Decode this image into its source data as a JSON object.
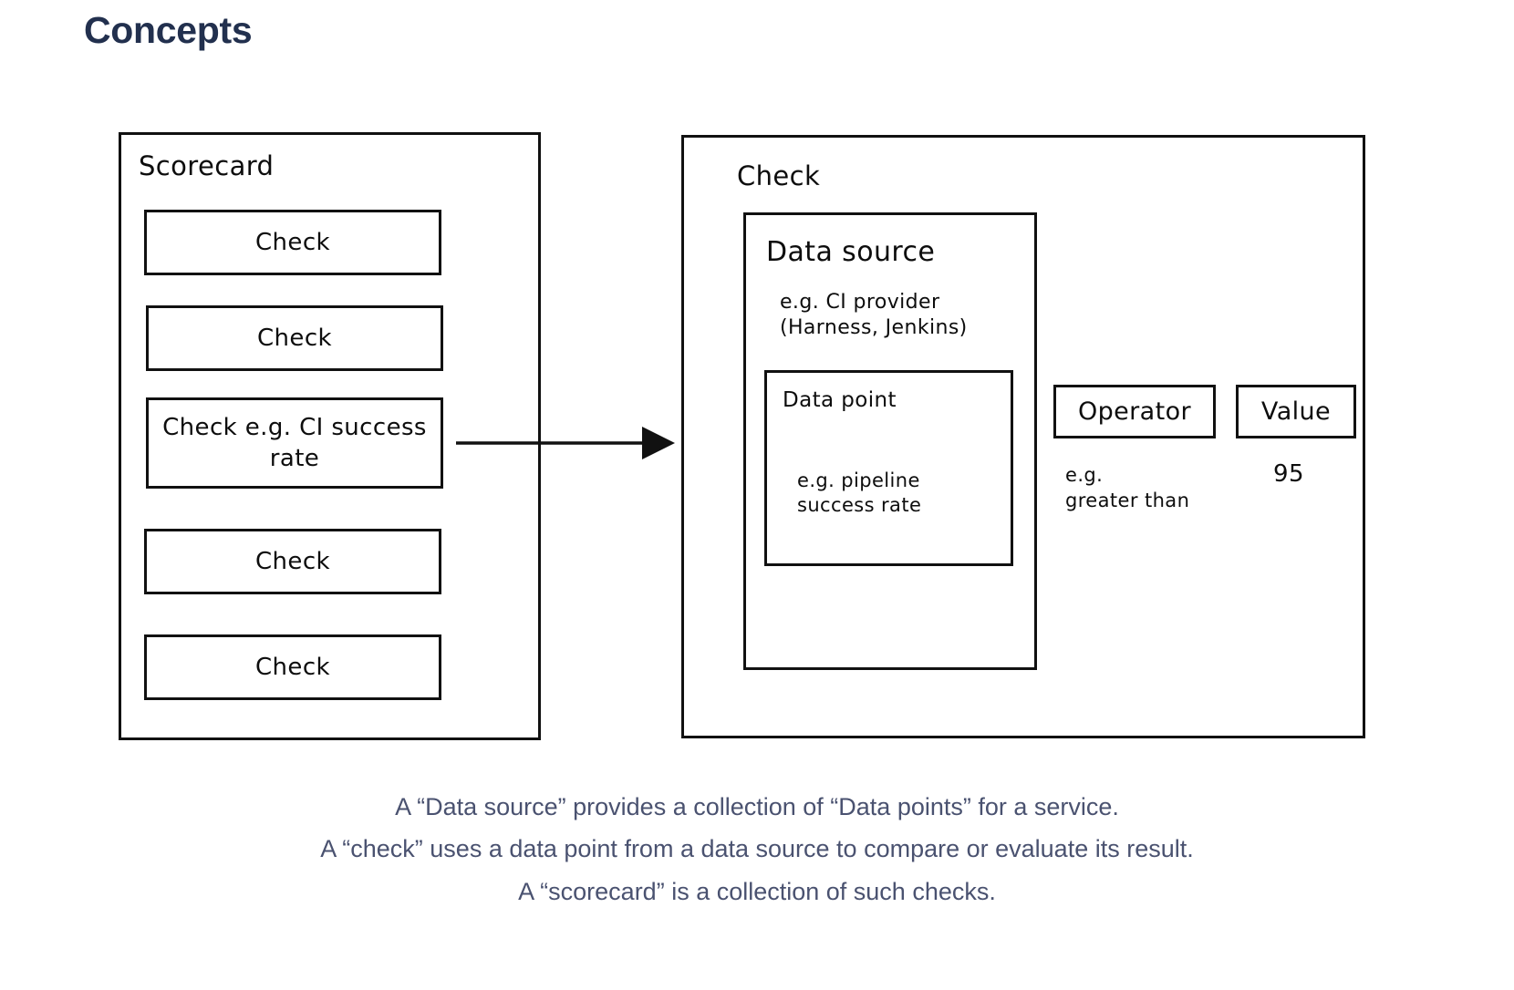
{
  "page": {
    "title": "Concepts",
    "title_color": "#22304e",
    "background": "#ffffff",
    "stroke_color": "#111111",
    "caption_color": "#4a5270"
  },
  "scorecard": {
    "label": "Scorecard",
    "checks": [
      {
        "label": "Check"
      },
      {
        "label": "Check"
      },
      {
        "label": "Check e.g. CI\nsuccess rate"
      },
      {
        "label": "Check"
      },
      {
        "label": "Check"
      }
    ]
  },
  "connector": {
    "name": "arrow-scorecard-to-check",
    "from": "check-e-g-ci-success-rate",
    "to": "check-detail-box"
  },
  "check_detail": {
    "label": "Check",
    "data_source": {
      "label": "Data source",
      "example": "e.g. CI provider\n(Harness, Jenkins)",
      "data_point": {
        "label": "Data point",
        "example": "e.g. pipeline\nsuccess rate"
      }
    },
    "operator": {
      "label": "Operator",
      "example": "e.g.\ngreater than"
    },
    "value": {
      "label": "Value",
      "example": "95"
    }
  },
  "caption": {
    "lines": [
      "A “Data source” provides a collection of “Data points” for a service.",
      "A “check” uses a data point from a data source to compare or evaluate its result.",
      "A “scorecard” is a collection of such checks."
    ]
  }
}
